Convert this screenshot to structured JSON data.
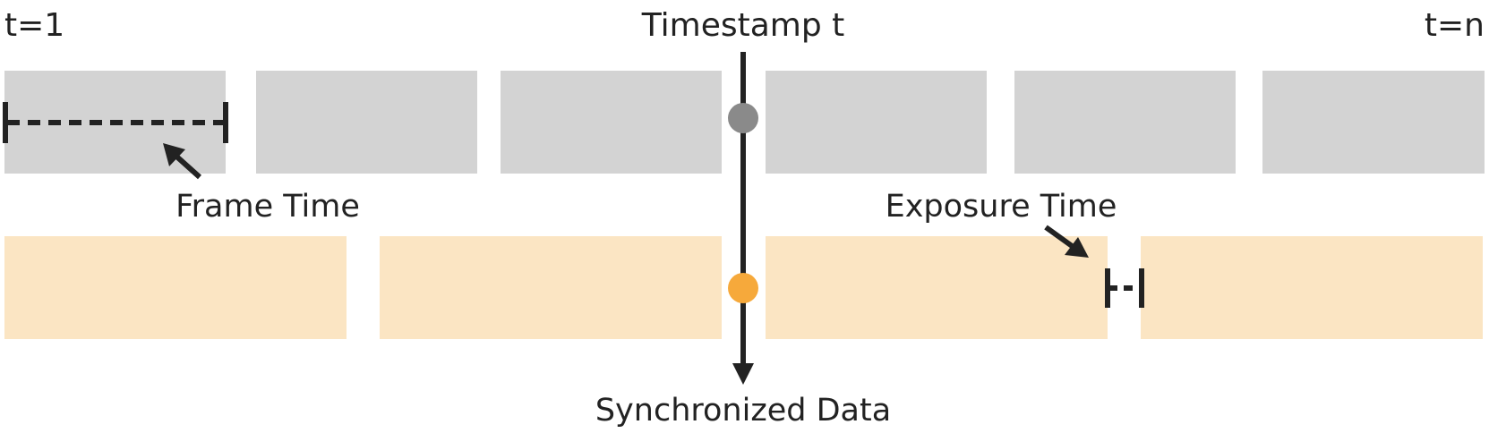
{
  "labels": {
    "start": "t=1",
    "end": "t=n",
    "timestamp": "Timestamp t",
    "frame_time": "Frame Time",
    "exposure_time": "Exposure Time",
    "synchronized": "Synchronized Data"
  },
  "colors": {
    "top_frames": "#d3d3d3",
    "bottom_frames": "#fbe5c3",
    "line": "#222222",
    "top_marker": "#8a8a8a",
    "bottom_marker": "#f6a93b",
    "text": "#222222"
  }
}
